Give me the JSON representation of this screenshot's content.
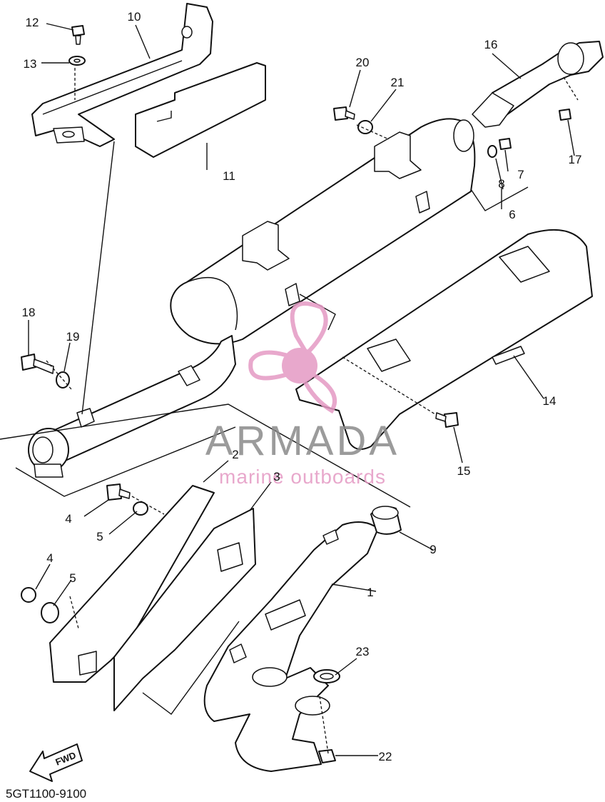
{
  "diagram_code": "5GT1100-9100",
  "fwd_label": "FWD",
  "watermark": {
    "brand": "ARMADA",
    "tagline": "marine outboards",
    "brand_color": "#8a8a8a",
    "accent_color": "#e59ac4"
  },
  "parts": [
    {
      "ref": "1"
    },
    {
      "ref": "2"
    },
    {
      "ref": "3"
    },
    {
      "ref": "4"
    },
    {
      "ref": "5"
    },
    {
      "ref": "4"
    },
    {
      "ref": "5"
    },
    {
      "ref": "6"
    },
    {
      "ref": "7"
    },
    {
      "ref": "8"
    },
    {
      "ref": "9"
    },
    {
      "ref": "10"
    },
    {
      "ref": "11"
    },
    {
      "ref": "12"
    },
    {
      "ref": "13"
    },
    {
      "ref": "14"
    },
    {
      "ref": "15"
    },
    {
      "ref": "16"
    },
    {
      "ref": "17"
    },
    {
      "ref": "18"
    },
    {
      "ref": "19"
    },
    {
      "ref": "20"
    },
    {
      "ref": "21"
    },
    {
      "ref": "22"
    },
    {
      "ref": "23"
    }
  ]
}
